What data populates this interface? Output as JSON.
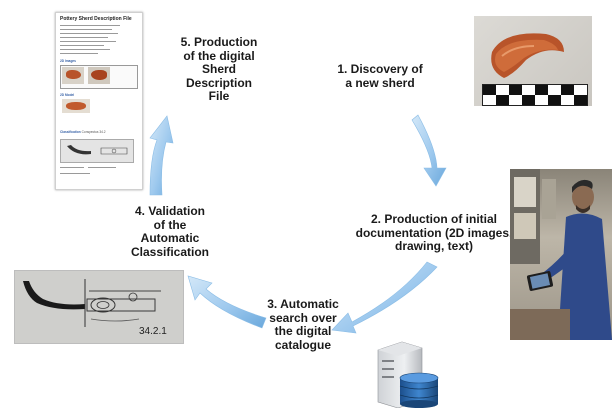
{
  "steps": [
    {
      "id": "step-1",
      "lines": [
        "1. Discovery of",
        "a new sherd"
      ]
    },
    {
      "id": "step-2",
      "lines": [
        "2. Production of initial",
        "documentation (2D images,",
        "drawing, text)"
      ]
    },
    {
      "id": "step-3",
      "lines": [
        "3. Automatic",
        "search over",
        "the digital",
        "catalogue"
      ]
    },
    {
      "id": "step-4",
      "lines": [
        "4. Validation",
        "of the",
        "Automatic",
        "Classification"
      ]
    },
    {
      "id": "step-5",
      "lines": [
        "5. Production",
        "of the digital",
        "Sherd",
        "Description",
        "File"
      ]
    }
  ],
  "document": {
    "title": "Pottery Sherd Description File",
    "section_2d_images": "2D Images",
    "section_2d_model": "2D Model",
    "section_classification": "Classification",
    "classification_value": "Conspectus 34.2"
  },
  "drawing": {
    "label": "34.2.1"
  },
  "colors": {
    "arrow_light": "#d4e8f8",
    "arrow_dark": "#6aa8dc",
    "doc_section": "#3a64a8"
  },
  "icons": [
    "sherd-photo",
    "scale-bar",
    "person-tablet-photo",
    "server-database-icon",
    "profile-drawing"
  ]
}
